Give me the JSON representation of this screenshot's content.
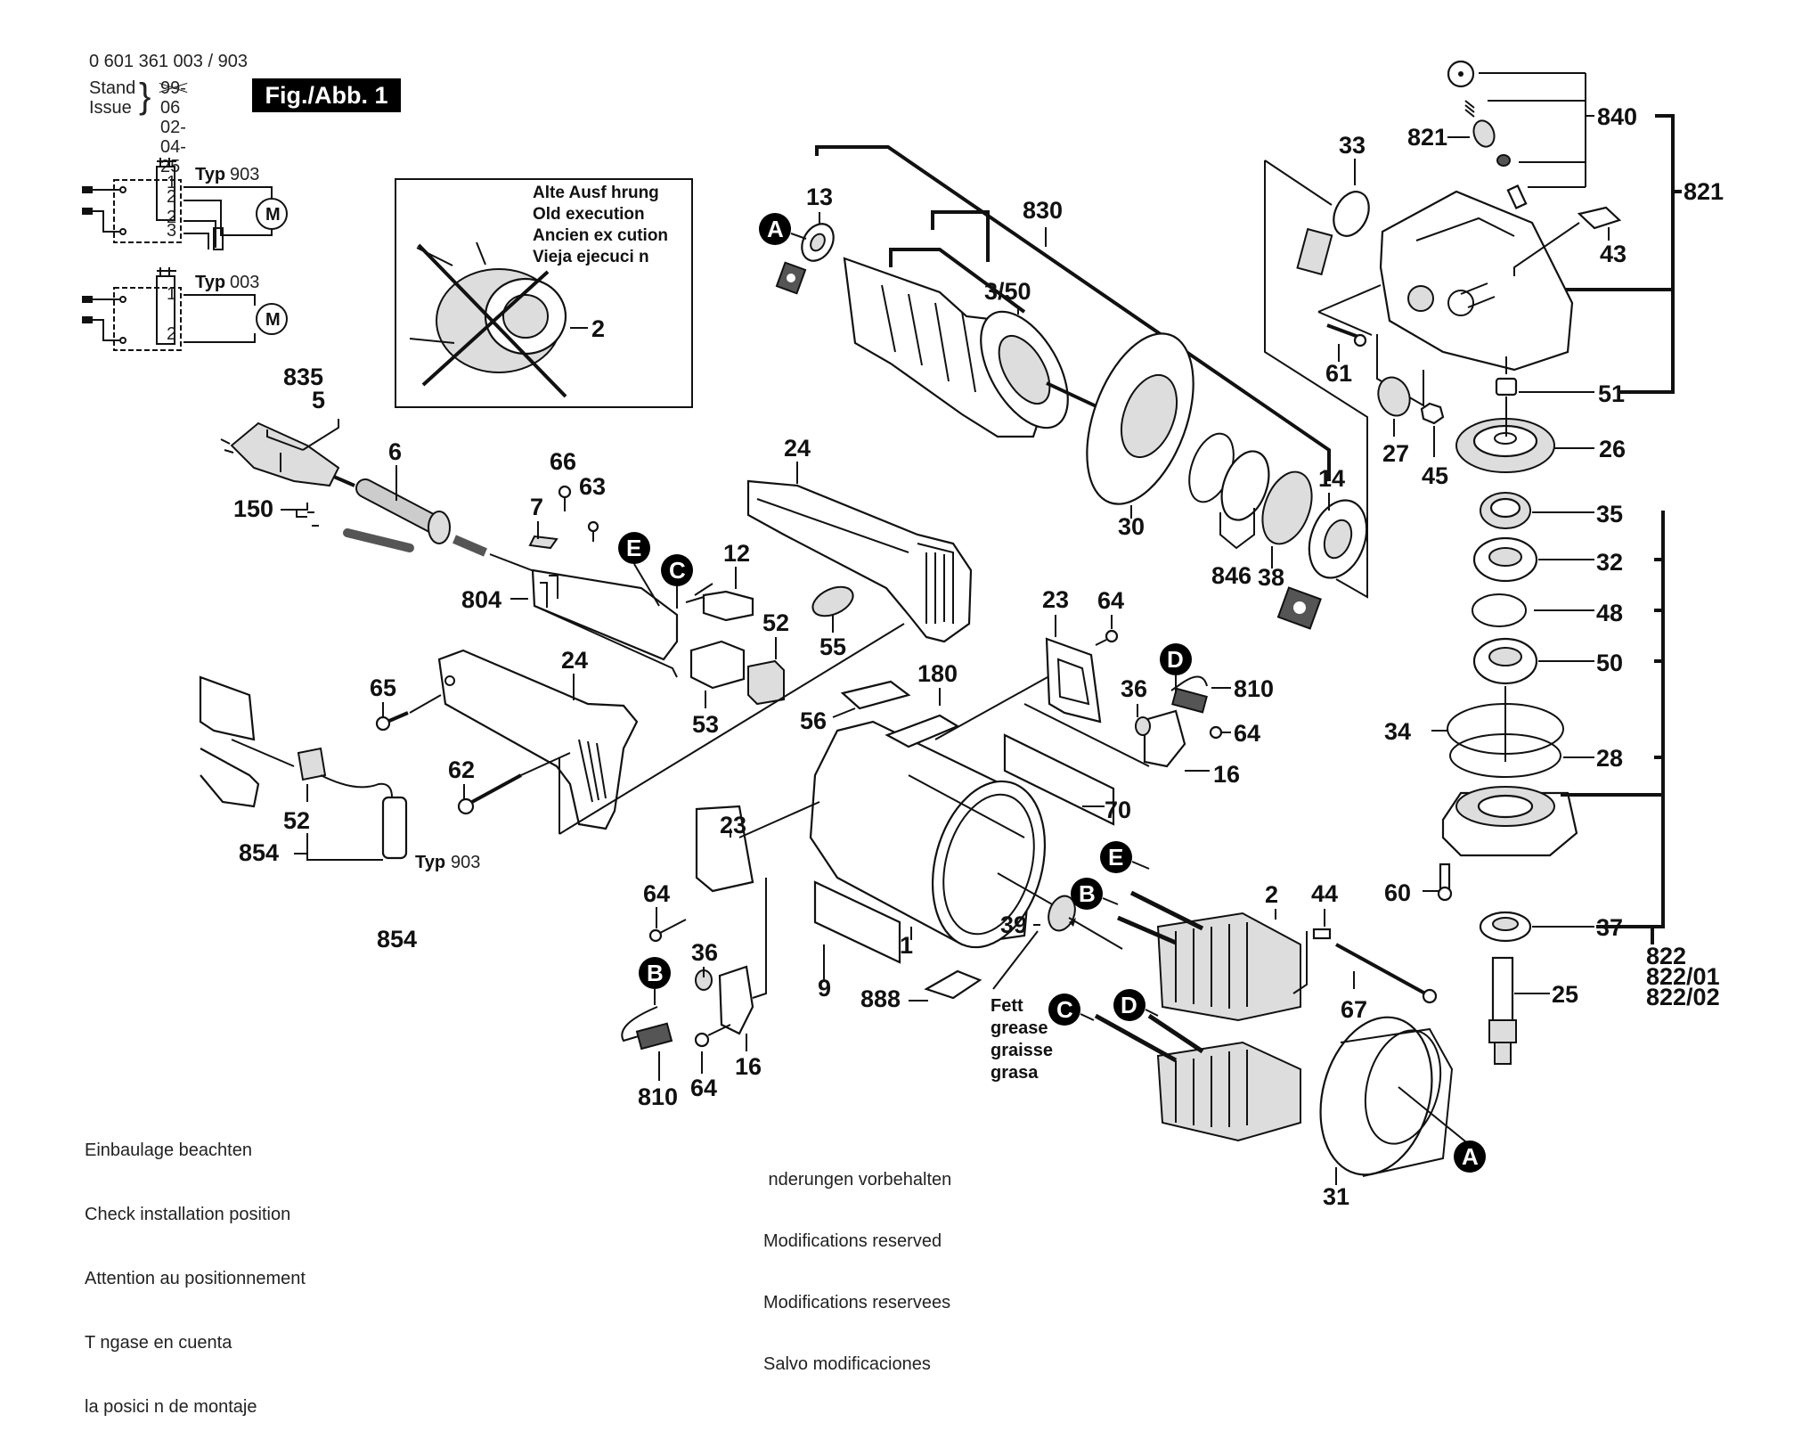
{
  "header": {
    "part_number": "0 601 361 003 / 903",
    "stand_label": "Stand",
    "issue_label": "Issue",
    "stand_date_struck": "99-06",
    "issue_date": "02-04-25",
    "figure_badge": "Fig./Abb. 1"
  },
  "wiring": {
    "diagram_top": {
      "type_label": "Typ",
      "type_number": "903",
      "motor": "M",
      "terminals": [
        "1",
        "2",
        "2",
        "3"
      ]
    },
    "diagram_bottom": {
      "type_label": "Typ",
      "type_number": "003",
      "motor": "M",
      "terminals": [
        "1",
        "2"
      ]
    }
  },
  "old_execution": {
    "lines": [
      "Alte Ausf hrung",
      "Old execution",
      "Ancien ex cution",
      "Vieja ejecuci n"
    ],
    "part": "2"
  },
  "callout_badges": [
    "A",
    "B",
    "C",
    "D",
    "E"
  ],
  "part_labels": {
    "p835": "835",
    "p5": "5",
    "p6": "6",
    "p150": "150",
    "p66": "66",
    "p63": "63",
    "p7": "7",
    "p804": "804",
    "p12": "12",
    "p24a": "24",
    "p24b": "24",
    "p55": "55",
    "p52a": "52",
    "p53": "53",
    "p65": "65",
    "p62": "62",
    "p52b": "52",
    "p854a": "854",
    "p854b": "854",
    "typ903_label": "Typ",
    "typ903_num": "903",
    "p13": "13",
    "p830": "830",
    "p350": "3/50",
    "p30": "30",
    "p846": "846",
    "p38": "38",
    "p14": "14",
    "p33": "33",
    "p821a": "821",
    "p840": "840",
    "p821b": "821",
    "p43": "43",
    "p61": "61",
    "p51": "51",
    "p27": "27",
    "p45": "45",
    "p26": "26",
    "p35": "35",
    "p32": "32",
    "p48": "48",
    "p50": "50",
    "p34": "34",
    "p28": "28",
    "p60": "60",
    "p37": "37",
    "p25": "25",
    "p822": "822",
    "p822_01": "822/01",
    "p822_02": "822/02",
    "p23a": "23",
    "p64a": "64",
    "p180": "180",
    "p56": "56",
    "p36a": "36",
    "p810a": "810",
    "p64b": "64",
    "p16a": "16",
    "p70": "70",
    "p23b": "23",
    "p64c": "64",
    "p36b": "36",
    "p810b": "810",
    "p64d": "64",
    "p16b": "16",
    "p9": "9",
    "p1": "1",
    "p888": "888",
    "p39": "39",
    "p2": "2",
    "p44": "44",
    "p67": "67",
    "p31": "31"
  },
  "grease_note": [
    "Fett",
    "grease",
    "graisse",
    "grasa"
  ],
  "install_note": [
    "Einbaulage beachten",
    "Check installation position",
    "Attention au positionnement",
    "T ngase en cuenta",
    "la posici n de montaje"
  ],
  "modifications_note": [
    " nderungen vorbehalten",
    "Modifications reserved",
    "Modifications reservees",
    "Salvo modificaciones"
  ]
}
